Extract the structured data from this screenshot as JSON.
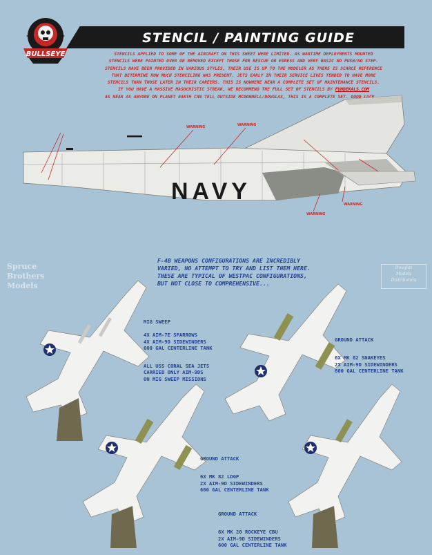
{
  "header": {
    "title": "STENCIL / PAINTING GUIDE",
    "logo_text": "BULLSEYE"
  },
  "intro": {
    "line1": "STENCILS APPLIED TO SOME OF THE AIRCRAFT ON THIS SHEET WERE LIMITED. AS WARTIME DEPLOYMENTS MOUNTED",
    "line2": "STENCILS WERE PAINTED OVER OR REMOVED EXCEPT THOSE FOR RESCUE OR EGRESS AND VERY BASIC NO PUSH/NO STEP.",
    "line3": "STENCILS HAVE BEEN PROVIDED IN VARIOUS STYLES, THEIR USE IS UP TO THE MODELER AS THERE IS SCARCE REFERENCE",
    "line4": "THAT DETERMINE HOW MUCH STENCILING WAS PRESENT. JETS EARLY IN THEIR SERVICE LIVES TENDED TO HAVE MORE",
    "line5": "STENCILS THAN THOSE LATER IN THEIR CAREERS. THIS IS NOWHERE NEAR A COMPLETE SET OF MAINTENANCE STENCILS.",
    "line6a": "IF YOU HAVE A MASSIVE MASOCHISTIC STREAK, WE RECOMMEND THE FULL SET OF STENCILS BY",
    "line6b": "FUNDEKALS.COM",
    "line7": "AS NEAR AS ANYONE ON PLANET EARTH CAN TELL OUTSIDE MCDONNELL/DOUGLAS, THIS IS A COMPLETE SET. GOOD LUCK..."
  },
  "side_view": {
    "fuselage_text": "NAVY",
    "warning": "WARNING"
  },
  "weapons_note": {
    "line1": "F-4B WEAPONS CONFIGURATIONS ARE INCREDIBLY",
    "line2": "VARIED, NO ATTEMPT TO TRY AND LIST THEM HERE.",
    "line3": "THESE ARE TYPICAL OF WESTPAC CONFIGURATIONS,",
    "line4": "BUT NOT CLOSE TO COMPREHENSIVE..."
  },
  "watermarks": {
    "left_1": "Spruce",
    "left_2": "Brothers",
    "left_3": "Models",
    "right_1": "Douglas",
    "right_2": "Models",
    "right_3": "Distributors"
  },
  "configs": [
    {
      "title": "MIG SWEEP",
      "lines": "4X AIM-7E SPARROWS\n4X AIM-9D SIDEWINDERS\n600 GAL CENTERLINE TANK",
      "note": "ALL USS CORAL SEA JETS\nCARRIED ONLY AIM-9Ds\nON MIG SWEEP MISSIONS"
    },
    {
      "title": "GROUND ATTACK",
      "lines": "6X MK 82 SNAKEYES\n2X AIM-9D SIDEWINDERS\n600 GAL CENTERLINE TANK"
    },
    {
      "title": "GROUND ATTACK",
      "lines": "6X MK 82 LDGP\n2X AIM-9D SIDEWINDERS\n600 GAL CENTERLINE TANK"
    },
    {
      "title": "GROUND ATTACK",
      "lines": "6X MK 20 ROCKEYE CBU\n2X AIM-9D SIDEWINDERS\n600 GAL CENTERLINE TANK"
    }
  ],
  "colors": {
    "background": "#a9c3d6",
    "banner": "#1a1a1a",
    "intro_text": "#c62828",
    "config_text": "#1f3f8f",
    "jet_top": "#eef0ee",
    "jet_underside": "#ffffff",
    "gull_gray": "#c9cac4",
    "tank_olive": "#6f6a4e",
    "bomb_olive": "#8e9152",
    "roundel_blue": "#1f2f6f"
  }
}
